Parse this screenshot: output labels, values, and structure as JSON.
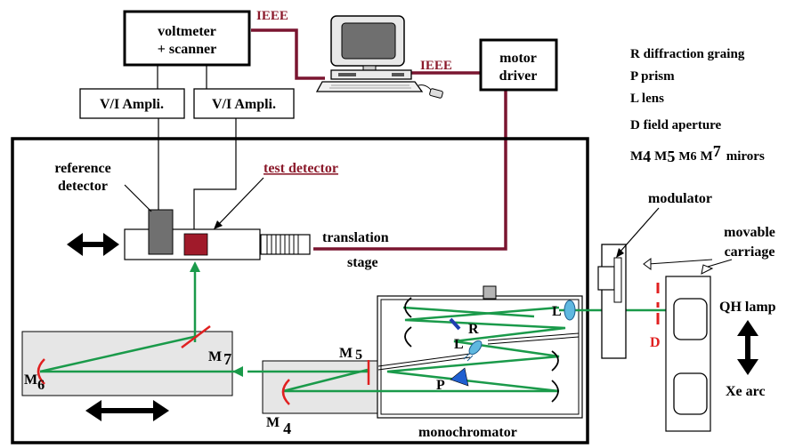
{
  "labels": {
    "voltmeter_line1": "voltmeter",
    "voltmeter_line2": "+ scanner",
    "ieee_top": "IEEE",
    "ieee_right": "IEEE",
    "motor_line1": "motor",
    "motor_line2": "driver",
    "vi_ampli_left": "V/I Ampli.",
    "vi_ampli_right": "V/I Ampli.",
    "reference_line1": "reference",
    "reference_line2": "detector",
    "test_detector": "test detector",
    "translation_line1": "translation",
    "translation_line2": "stage",
    "modulator": "modulator",
    "movable_line1": "movable",
    "movable_line2": "carriage",
    "qh_lamp": "QH lamp",
    "xe_arc": "Xe arc",
    "d_label": "D",
    "l_right": "L",
    "l_center": "L",
    "r_label": "R",
    "p_label": "P",
    "m5_base": "M",
    "m5_sub": "5",
    "m7_base": "M",
    "m7_sub": "7",
    "m6_base": "M",
    "m6_sub": "6",
    "m4_base": "M",
    "m4_sub": "4",
    "monochromator": "monochromator"
  },
  "legend": {
    "r": "R  diffraction graing",
    "p": "P  prism",
    "l": "L  lens",
    "d": "D  field aperture",
    "m_prefix": "M",
    "m4_sub": "4",
    "m5_sub": "5",
    "m6": "M6",
    "m7_sub": "7",
    "mirors": "mirors"
  },
  "colors": {
    "beam": "#1a9a4a",
    "cable": "#7a1530",
    "test_detector": "#a01a2a",
    "reference_detector": "#707070",
    "aperture": "#e02020",
    "grating": "#1f3fb0",
    "prism": "#1f5fd0",
    "lens": "#5fb8e0",
    "table_fill": "#e6e6e6"
  }
}
